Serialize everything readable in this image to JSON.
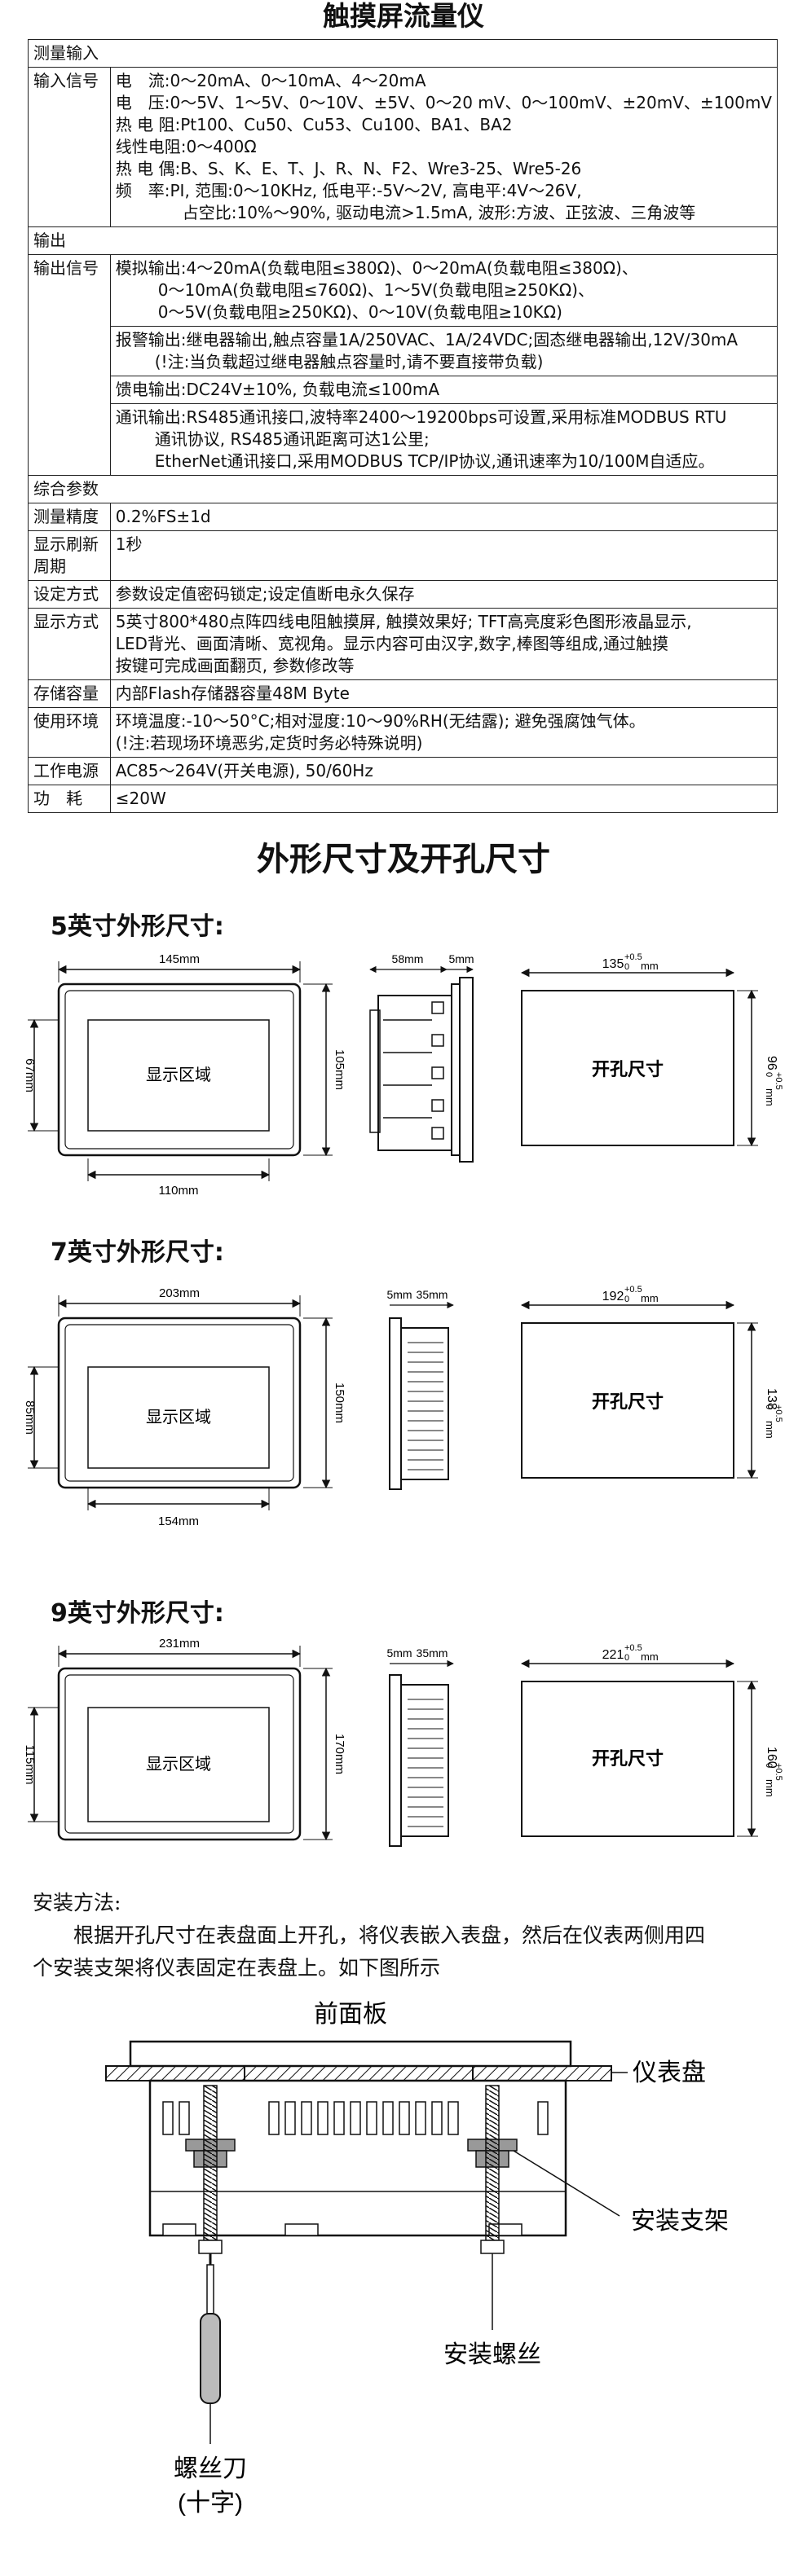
{
  "title": "触摸屏流量仪",
  "spec": {
    "input_section": "测量输入",
    "input_label": "输入信号",
    "input_lines": [
      "电　流:0～20mA、0～10mA、4～20mA",
      "电　压:0～5V、1～5V、0～10V、±5V、0～20 mV、0～100mV、±20mV、±100mV",
      "热 电 阻:Pt100、Cu50、Cu53、Cu100、BA1、BA2",
      "线性电阻:0～400Ω",
      "热 电 偶:B、S、K、E、T、J、R、N、F2、Wre3-25、Wre5-26",
      "频　率:PI, 范围:0～10KHz, 低电平:-5V～2V, 高电平:4V～26V,",
      "占空比:10%～90%, 驱动电流>1.5mA, 波形:方波、正弦波、三角波等"
    ],
    "output_section": "输出",
    "output_label": "输出信号",
    "analog": [
      "模拟输出:4～20mA(负载电阻≤380Ω)、0～20mA(负载电阻≤380Ω)、",
      "0～10mA(负载电阻≤760Ω)、1～5V(负载电阻≥250KΩ)、",
      "0～5V(负载电阻≥250KΩ)、0～10V(负载电阻≥10KΩ)"
    ],
    "alarm": [
      "报警输出:继电器输出,触点容量1A/250VAC、1A/24VDC;固态继电器输出,12V/30mA",
      "(!注:当负载超过继电器触点容量时,请不要直接带负载)"
    ],
    "feed": "馈电输出:DC24V±10%, 负载电流≤100mA",
    "comm": [
      "通讯输出:RS485通讯接口,波特率2400～19200bps可设置,采用标准MODBUS RTU",
      "通讯协议, RS485通讯距离可达1公里;",
      "EtherNet通讯接口,采用MODBUS TCP/IP协议,通讯速率为10/100M自适应。"
    ],
    "comp_section": "综合参数",
    "rows": [
      {
        "k": "测量精度",
        "v": [
          "0.2%FS±1d"
        ]
      },
      {
        "k": "显示刷新周期",
        "v": [
          "1秒"
        ]
      },
      {
        "k": "设定方式",
        "v": [
          "参数设定值密码锁定;设定值断电永久保存"
        ]
      },
      {
        "k": "显示方式",
        "v": [
          "5英寸800*480点阵四线电阻触摸屏, 触摸效果好; TFT高亮度彩色图形液晶显示,",
          "LED背光、画面清晰、宽视角。显示内容可由汉字,数字,棒图等组成,通过触摸",
          "按键可完成画面翻页, 参数修改等"
        ]
      },
      {
        "k": "存储容量",
        "v": [
          "内部Flash存储器容量48M Byte"
        ]
      },
      {
        "k": "使用环境",
        "v": [
          "环境温度:-10～50°C;相对湿度:10～90%RH(无结露); 避免强腐蚀气体。",
          "(!注:若现场环境恶劣,定货时务必特殊说明)"
        ]
      },
      {
        "k": "工作电源",
        "v": [
          "AC85～264V(开关电源), 50/60Hz"
        ]
      },
      {
        "k": "功　耗",
        "v": [
          "≤20W"
        ]
      }
    ]
  },
  "dims_title": "外形尺寸及开孔尺寸",
  "dim_sections": [
    {
      "label": "5英寸外形尺寸:",
      "w": "145mm",
      "h": "105mm",
      "iw": "110mm",
      "ih": "67mm",
      "d1": "58mm",
      "d2": "5mm",
      "cw": "135",
      "ch": "96",
      "area": "显示区域",
      "cut": "开孔尺寸"
    },
    {
      "label": "7英寸外形尺寸:",
      "w": "203mm",
      "h": "150mm",
      "iw": "154mm",
      "ih": "85mm",
      "d1": "5mm",
      "d2": "35mm",
      "cw": "192",
      "ch": "138",
      "area": "显示区域",
      "cut": "开孔尺寸"
    },
    {
      "label": "9英寸外形尺寸:",
      "w": "231mm",
      "h": "170mm",
      "iw": "",
      "ih": "115mm",
      "d1": "5mm",
      "d2": "35mm",
      "cw": "221",
      "ch": "160",
      "area": "显示区域",
      "cut": "开孔尺寸"
    }
  ],
  "tol": {
    "plus": "+0.5",
    "zero": "0",
    "unit": "mm"
  },
  "install": {
    "heading": "安装方法:",
    "text1": "根据开孔尺寸在表盘面上开孔，将仪表嵌入表盘，然后在仪表两侧用四",
    "text2": "个安装支架将仪表固定在表盘上。如下图所示"
  },
  "diagram": {
    "front": "前面板",
    "panel": "仪表盘",
    "bracket": "安装支架",
    "screw": "安装螺丝",
    "driver1": "螺丝刀",
    "driver2": "(十字)"
  }
}
